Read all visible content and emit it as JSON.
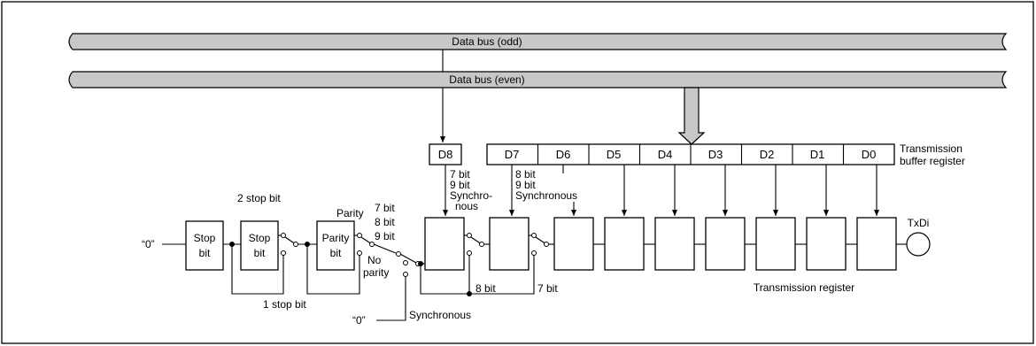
{
  "buses": {
    "odd": "Data bus (odd)",
    "even": "Data bus (even)"
  },
  "buffer": {
    "label_line1": "Transmission",
    "label_line2": "buffer register",
    "d8": "D8",
    "cells": [
      "D7",
      "D6",
      "D5",
      "D4",
      "D3",
      "D2",
      "D1",
      "D0"
    ]
  },
  "shift": {
    "label": "Transmission register",
    "output": "TxDi"
  },
  "blocks": {
    "stop1_l1": "Stop",
    "stop1_l2": "bit",
    "stop2_l1": "Stop",
    "stop2_l2": "bit",
    "parity_l1": "Parity",
    "parity_l2": "bit"
  },
  "labels": {
    "zero_input": "“0”",
    "zero_bottom": "“0”",
    "two_stop": "2 stop bit",
    "one_stop": "1 stop bit",
    "parity": "Parity",
    "no_parity_l1": "No",
    "no_parity_l2": "parity",
    "m7": "7 bit",
    "m8": "8 bit",
    "m9": "9 bit",
    "synchronous": "Synchronous",
    "d8_l1": "7 bit",
    "d8_l2": "9 bit",
    "d8_l3": "Synchro-",
    "d8_l4": "nous",
    "d7_l1": "8 bit",
    "d7_l2": "9 bit",
    "d7_l3": "Synchronous",
    "eight_bit": "8 bit",
    "seven_bit": "7 bit"
  }
}
